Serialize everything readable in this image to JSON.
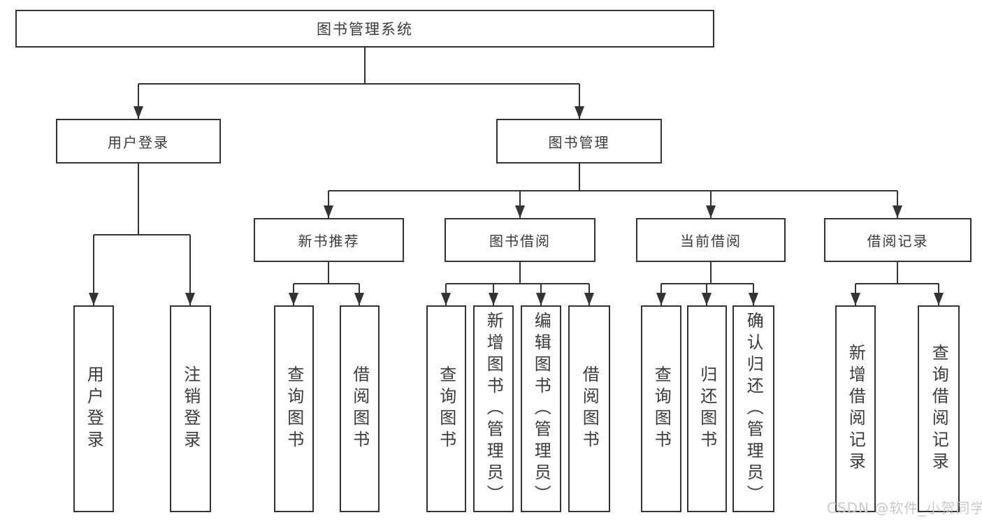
{
  "tree": {
    "root": {
      "label": "图书管理系统"
    },
    "branches": [
      {
        "label": "用户登录",
        "children": [
          {
            "label": "用户登录"
          },
          {
            "label": "注销登录"
          }
        ]
      },
      {
        "label": "图书管理",
        "children": [
          {
            "label": "新书推荐",
            "children": [
              {
                "label": "查询图书"
              },
              {
                "label": "借阅图书"
              }
            ]
          },
          {
            "label": "图书借阅",
            "children": [
              {
                "label": "查询图书"
              },
              {
                "label": "新增图书（管理员）"
              },
              {
                "label": "编辑图书（管理员）"
              },
              {
                "label": "借阅图书"
              }
            ]
          },
          {
            "label": "当前借阅",
            "children": [
              {
                "label": "查询图书"
              },
              {
                "label": "归还图书"
              },
              {
                "label": "确认归还（管理员）"
              }
            ]
          },
          {
            "label": "借阅记录",
            "children": [
              {
                "label": "新增借阅记录"
              },
              {
                "label": "查询借阅记录"
              }
            ]
          }
        ]
      }
    ]
  },
  "watermark": {
    "text": "CSDN @软件_小贺同学"
  },
  "colors": {
    "line": "#333333",
    "box_border": "#333333",
    "box_background": "#ffffff",
    "text": "#3a3a3a",
    "watermark": "#c9c9c9"
  }
}
